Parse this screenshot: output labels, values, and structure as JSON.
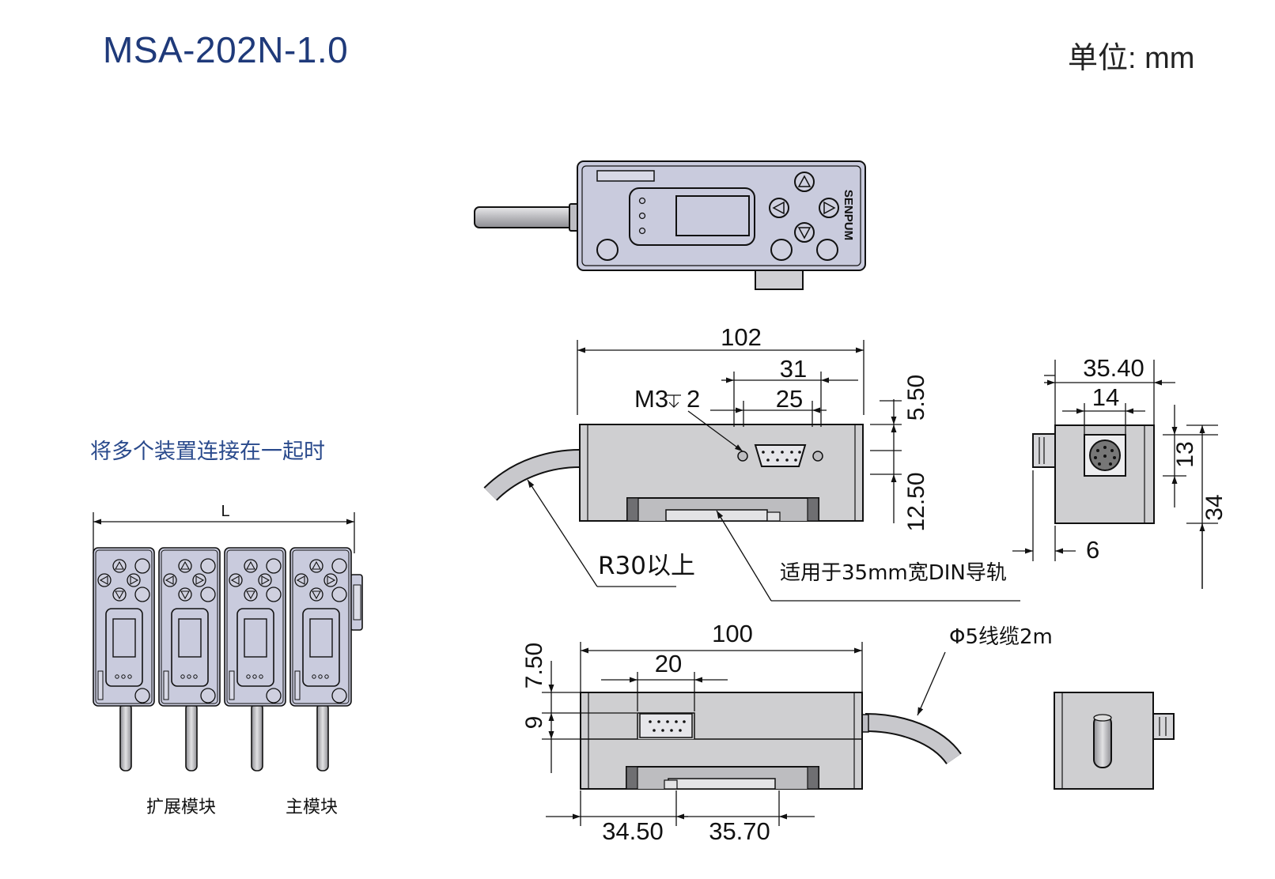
{
  "title": "MSA-202N-1.0",
  "unit": "单位: mm",
  "group": {
    "title": "将多个装置连接在一起时",
    "dim_L": "L",
    "label_ext": "扩展模块",
    "label_main": "主模块"
  },
  "top_view": {
    "brand": "SENPUM"
  },
  "front_view": {
    "dim_102": "102",
    "dim_31": "31",
    "dim_25": "25",
    "dim_M3": "M3",
    "dim_M3_depth": "2",
    "dim_5_50": "5.50",
    "dim_12_50": "12.50",
    "note_r30": "R30以上",
    "note_din": "适用于35mm宽DIN导轨"
  },
  "side_view": {
    "dim_35_40": "35.40",
    "dim_14": "14",
    "dim_13": "13",
    "dim_34": "34",
    "dim_6": "6"
  },
  "bottom_view": {
    "dim_100": "100",
    "dim_20": "20",
    "dim_7_50": "7.50",
    "dim_9": "9",
    "dim_34_50": "34.50",
    "dim_35_70": "35.70",
    "note_cable": "Φ5线缆2m"
  },
  "colors": {
    "title": "#1f3a7a",
    "group_title": "#2a4a8c",
    "panel_fill": "#c9cbdd",
    "body_fill": "#cfcfd1",
    "line": "#111111"
  }
}
